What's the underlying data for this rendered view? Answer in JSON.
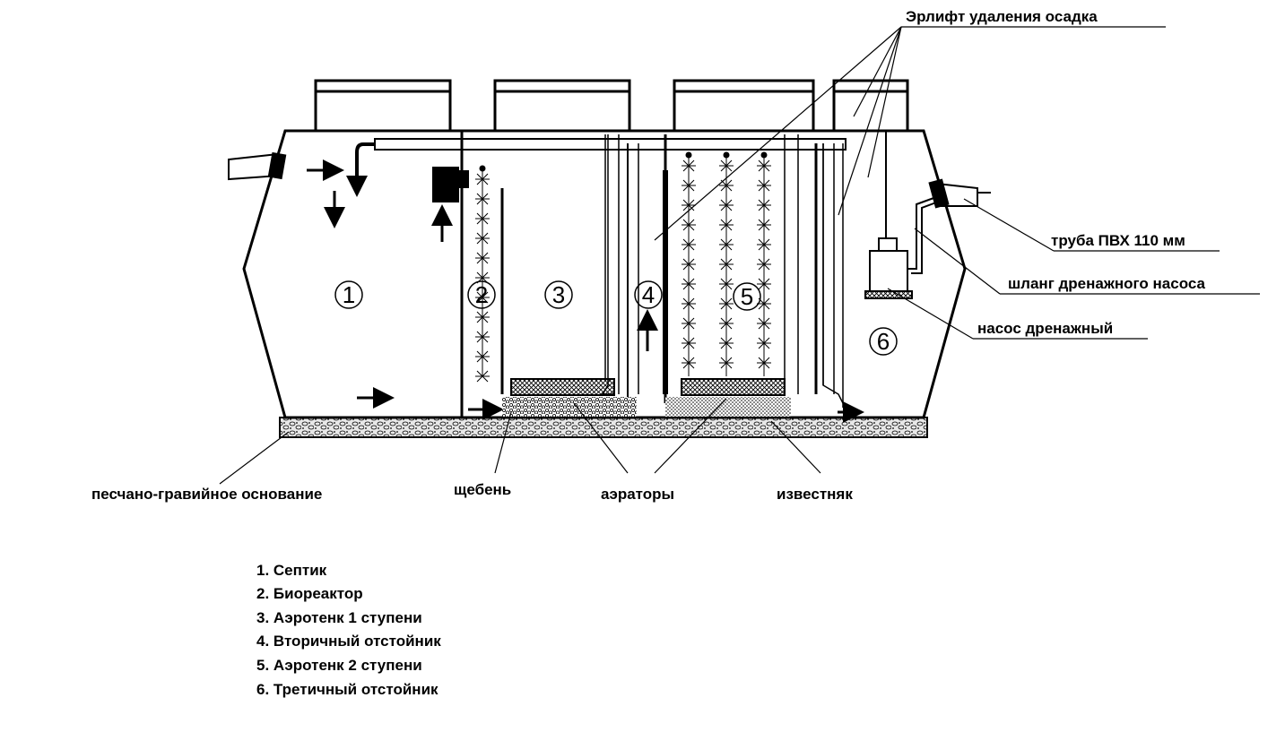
{
  "callouts": {
    "airlift": "Эрлифт удаления осадка",
    "pvc_pipe": "труба ПВХ 110 мм",
    "pump_hose": "шланг дренажного насоса",
    "drain_pump": "насос дренажный",
    "sand_gravel": "песчано-гравийное основание",
    "crushed_stone": "щебень",
    "aerators": "аэраторы",
    "limestone": "известняк"
  },
  "chambers": [
    {
      "num": "1"
    },
    {
      "num": "2"
    },
    {
      "num": "3"
    },
    {
      "num": "4"
    },
    {
      "num": "5"
    },
    {
      "num": "6"
    }
  ],
  "legend": [
    "1. Септик",
    "2. Биореактор",
    "3. Аэротенк 1 ступени",
    "4. Вторичный отстойник",
    "5. Аэротенк 2 ступени",
    "6. Третичный отстойник"
  ]
}
